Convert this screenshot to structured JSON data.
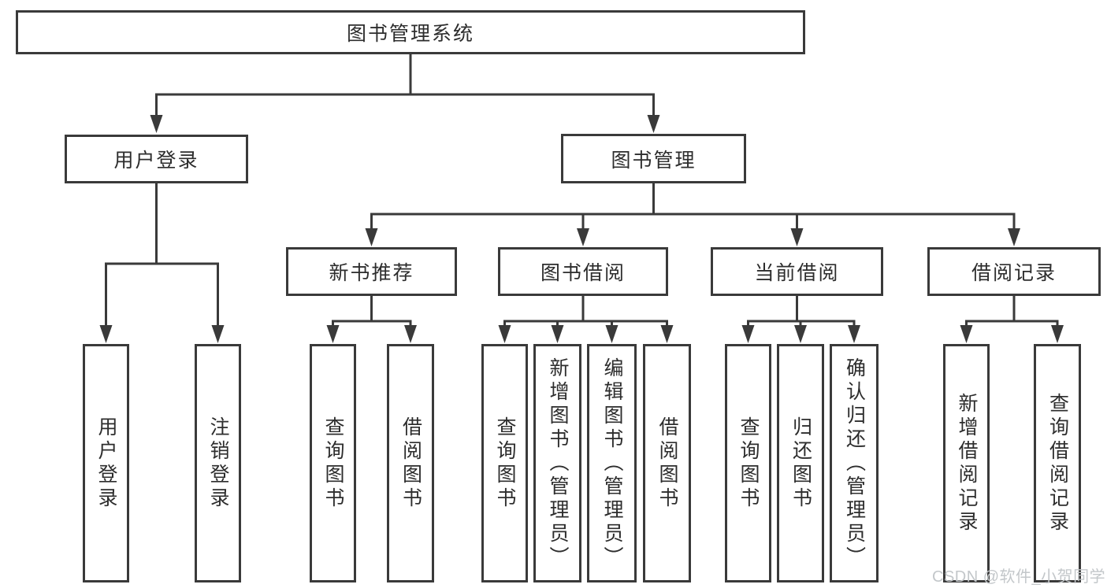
{
  "diagram": {
    "root_label": "图书管理系统",
    "branches": {
      "user_login": "用户登录",
      "book_mgmt": "图书管理"
    },
    "modules": {
      "new_book": "新书推荐",
      "book_borrow": "图书借阅",
      "current_borrow": "当前借阅",
      "borrow_record": "借阅记录"
    },
    "leaves": {
      "ul_login": "用户登录",
      "ul_logout": "注销登录",
      "nb_query": "查询图书",
      "nb_borrow": "借阅图书",
      "bb_query": "查询图书",
      "bb_add": "新增图书（管理员）",
      "bb_edit": "编辑图书（管理员）",
      "bb_borrow": "借阅图书",
      "cb_query": "查询图书",
      "cb_return": "归还图书",
      "cb_confirm": "确认归还（管理员）",
      "br_add": "新增借阅记录",
      "br_query": "查询借阅记录"
    },
    "watermark": "CSDN @软件_小贺同学",
    "colors": {
      "line": "#3a3a3a",
      "box_border": "#3a3a3a",
      "text": "#2d2d2d",
      "watermark": "#c3c7ca",
      "background": "#ffffff"
    }
  }
}
